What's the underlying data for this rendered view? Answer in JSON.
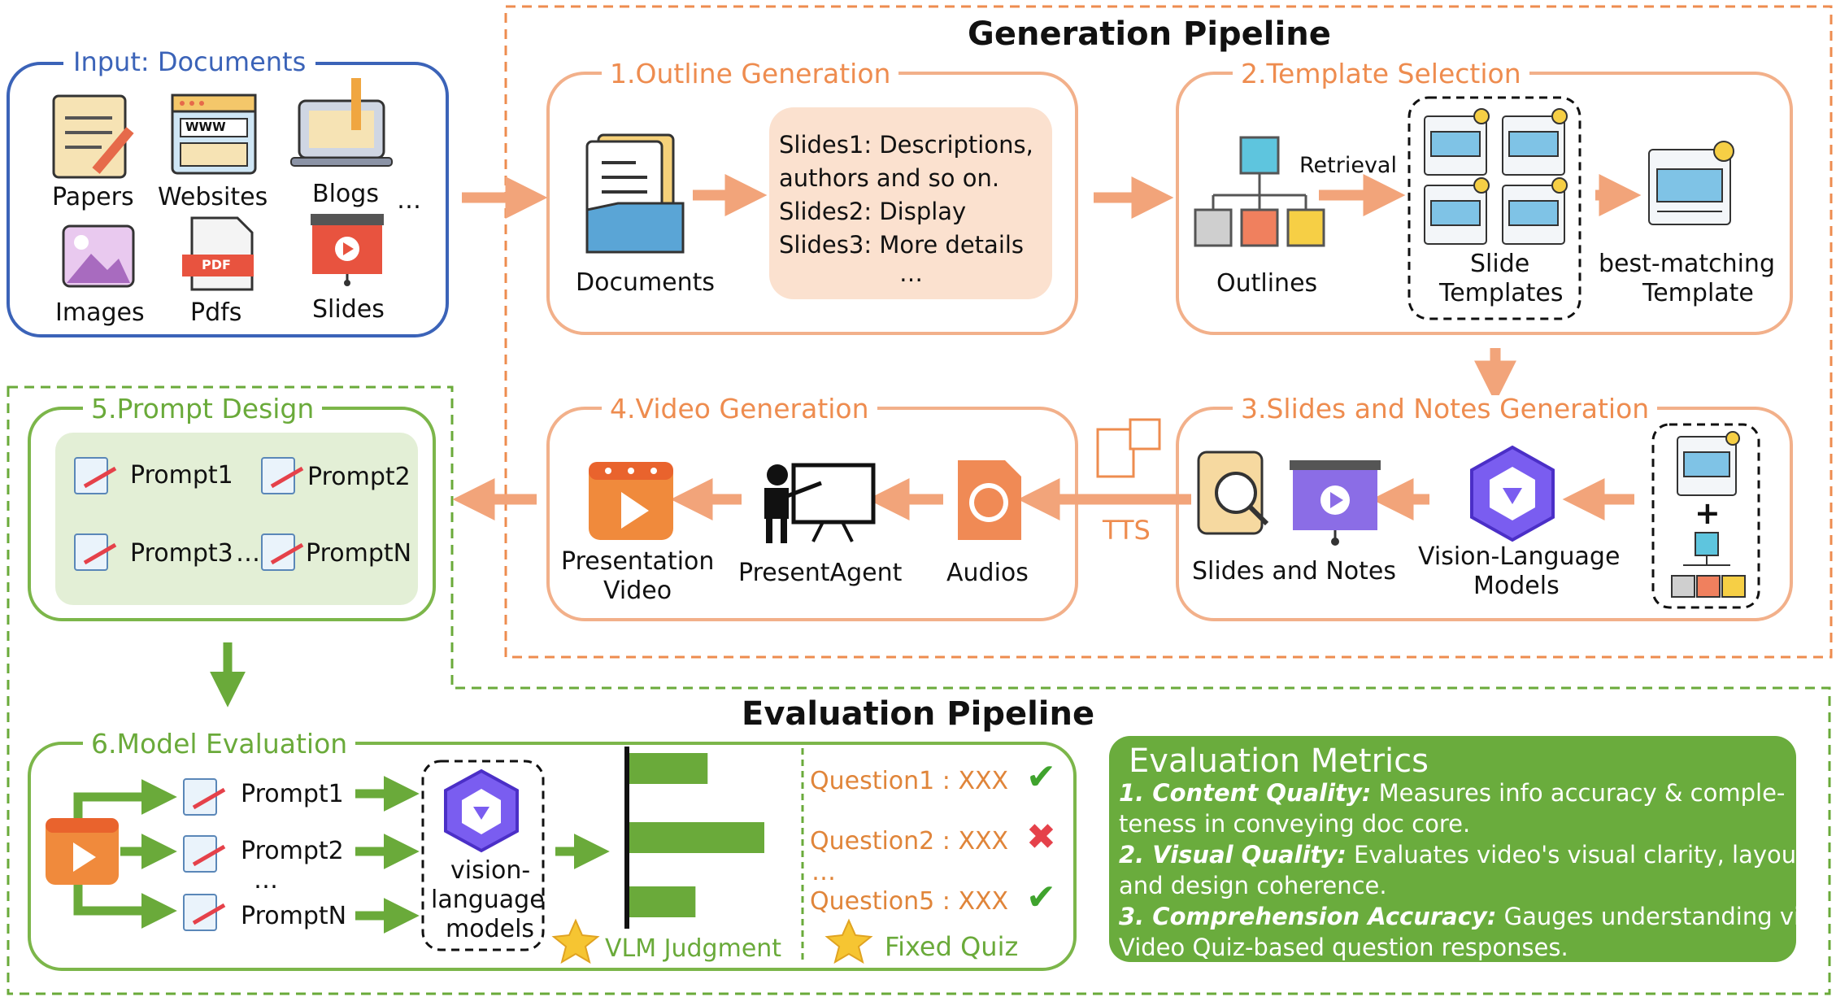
{
  "generation_pipeline": {
    "title": "Generation Pipeline",
    "outline_generation": {
      "title": "1.Outline Generation",
      "documents_label": "Documents",
      "slides_lines": [
        "Slides1: Descriptions,",
        "authors and so on.",
        "Slides2: Display",
        "Slides3: More details",
        "…"
      ]
    },
    "template_selection": {
      "title": "2.Template Selection",
      "outlines_label": "Outlines",
      "retrieval_label": "Retrieval",
      "slide_templates_label": [
        "Slide",
        "Templates"
      ],
      "best_matching_label": [
        "best-matching",
        "Template"
      ]
    },
    "slides_notes_generation": {
      "title": "3.Slides and Notes Generation",
      "slides_notes_label": "Slides and Notes",
      "vlm_label": [
        "Vision-Language",
        "Models"
      ],
      "plus": "+"
    },
    "video_generation": {
      "title": "4.Video Generation",
      "presentation_video_label": [
        "Presentation",
        "Video"
      ],
      "present_agent_label": "PresentAgent",
      "audios_label": "Audios",
      "tts_label": "TTS"
    }
  },
  "input_documents": {
    "title": "Input: Documents",
    "items": [
      "Papers",
      "Websites",
      "Blogs",
      "Images",
      "Pdfs",
      "Slides"
    ],
    "ellipsis": "…",
    "pdf_badge": "PDF",
    "www_badge": "WWW"
  },
  "prompt_design": {
    "title": "5.Prompt Design",
    "prompts": [
      "Prompt1",
      "Prompt2",
      "Prompt3",
      "PromptN"
    ],
    "ellipsis": "…"
  },
  "evaluation_pipeline": {
    "title": "Evaluation Pipeline",
    "model_evaluation": {
      "title": "6.Model Evaluation",
      "prompts": [
        "Prompt1",
        "Prompt2",
        "PromptN"
      ],
      "ellipsis": "…",
      "vlm_label": [
        "vision-",
        "language",
        "models"
      ],
      "vlm_judgment_label": "VLM Judgment",
      "fixed_quiz_label": "Fixed Quiz",
      "questions": [
        {
          "label": "Question1 : XXX",
          "result": "correct"
        },
        {
          "label": "Question2 : XXX",
          "result": "wrong"
        },
        {
          "label": "Question5 : XXX",
          "result": "correct"
        }
      ],
      "questions_ellipsis": "…",
      "judgment_bar_values": [
        0.58,
        1.0,
        0.49
      ]
    }
  },
  "evaluation_metrics": {
    "title": "Evaluation Metrics",
    "lines": [
      {
        "bold": "1. Content Quality:",
        "text": " Measures info accuracy & comple-"
      },
      {
        "bold": "",
        "text": "teness in conveying doc core."
      },
      {
        "bold": "2. Visual Quality:",
        "text": " Evaluates video's visual clarity, layout,"
      },
      {
        "bold": "",
        "text": "and design coherence."
      },
      {
        "bold": "3. Comprehension Accuracy:",
        "text": " Gauges understanding via"
      },
      {
        "bold": "",
        "text": "Video Quiz-based question responses."
      }
    ]
  },
  "colors": {
    "orange": "#ee8c4f",
    "green": "#6aaa3a",
    "blue": "#3b63b8",
    "bubble": "#fbe1cf",
    "light_green": "#e3efd6"
  }
}
